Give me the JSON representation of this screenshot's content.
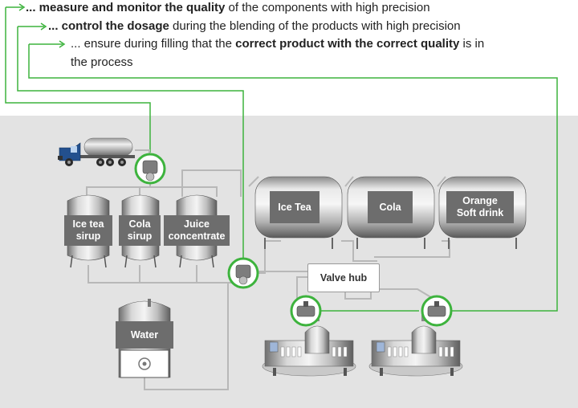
{
  "captions": [
    {
      "bold": "... measure and monitor the quality",
      "rest": " of the components with high precision"
    },
    {
      "bold": "... control the dosage",
      "rest": " during the blending of the products with high precision"
    },
    {
      "pre": "... ensure during filling that the ",
      "bold": "correct product with the correct quality",
      "rest": " is in",
      "line2": "the process"
    }
  ],
  "tanks": {
    "ice_tea_sirup": "Ice tea\nsirup",
    "cola_sirup": "Cola\nsirup",
    "juice_concentrate": "Juice\nconcentrate",
    "water": "Water"
  },
  "storage_tanks": {
    "ice_tea": "Ice Tea",
    "cola": "Cola",
    "orange": "Orange\nSoft drink"
  },
  "valve_hub": "Valve hub",
  "colors": {
    "accent_green": "#3db33d",
    "panel_grey": "#e3e3e3",
    "steel_dark": "#5a5a5a",
    "label_bg": "#6d6d6d"
  }
}
